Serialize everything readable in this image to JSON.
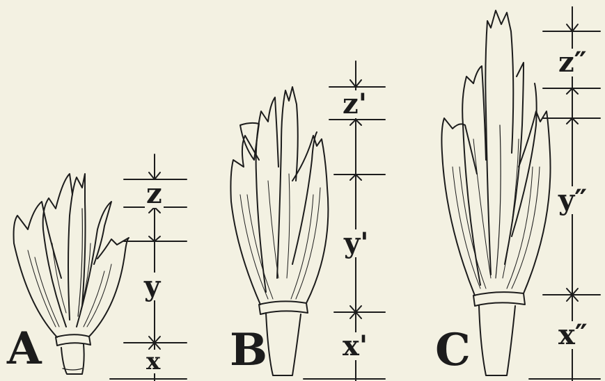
{
  "figure": {
    "panels": [
      {
        "letter": "A",
        "segments": {
          "z": "z",
          "y": "y",
          "x": "x"
        }
      },
      {
        "letter": "B",
        "segments": {
          "z": "z'",
          "y": "y'",
          "x": "x'"
        }
      },
      {
        "letter": "C",
        "segments": {
          "z": "z″",
          "y": "y″",
          "x": "x″"
        }
      }
    ]
  },
  "colors": {
    "ink": "#1c1c1c",
    "paper": "#f3f1e2"
  }
}
